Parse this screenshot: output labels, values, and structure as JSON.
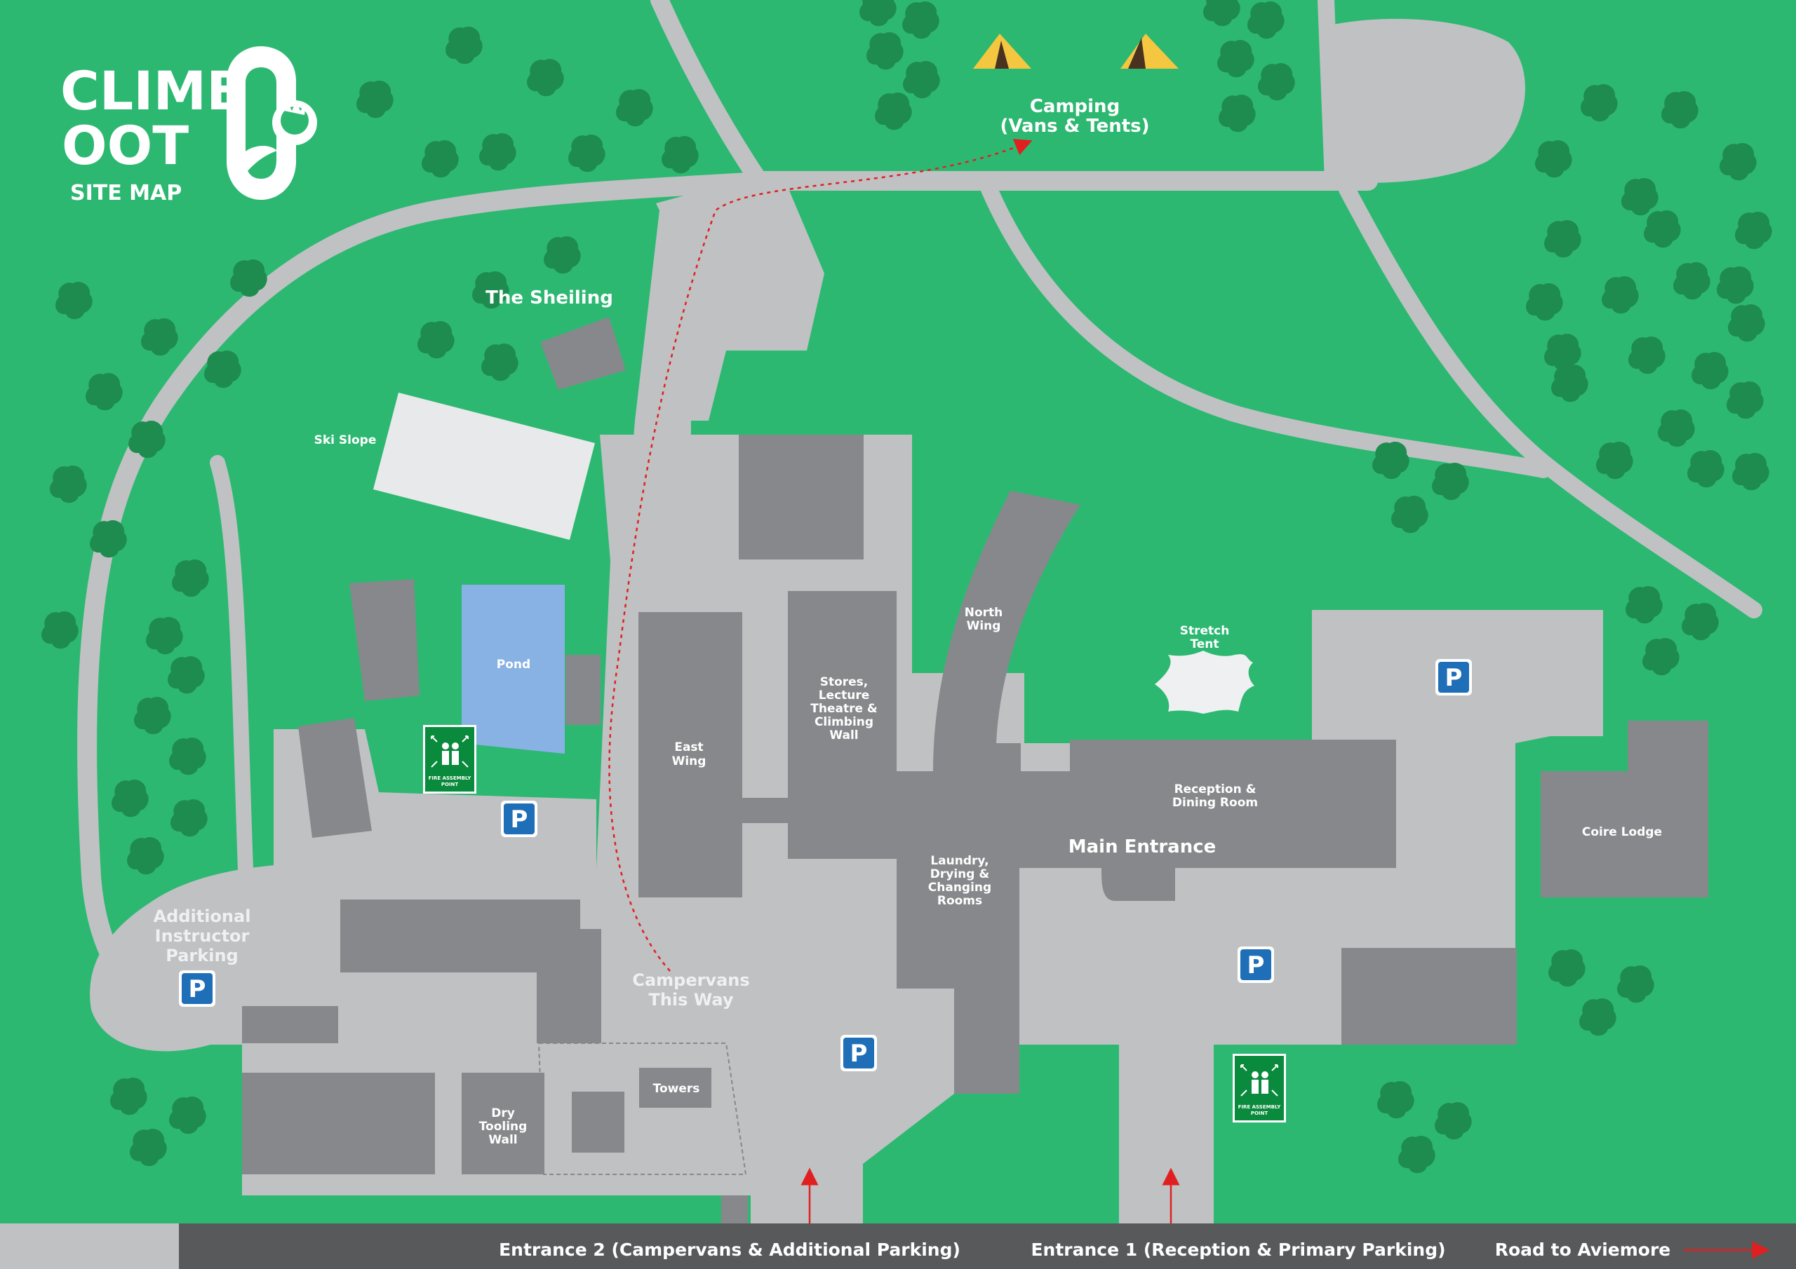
{
  "logo": {
    "line1": "CLIMB",
    "line2": "OOT",
    "subtitle": "SITE MAP"
  },
  "labels": {
    "camping_1": "Camping",
    "camping_2": "(Vans & Tents)",
    "sheiling": "The Sheiling",
    "ski_slope": "Ski Slope",
    "pond": "Pond",
    "east_wing_1": "East",
    "east_wing_2": "Wing",
    "stores_1": "Stores,",
    "stores_2": "Lecture",
    "stores_3": "Theatre &",
    "stores_4": "Climbing",
    "stores_5": "Wall",
    "north_wing_1": "North",
    "north_wing_2": "Wing",
    "stretch_tent_1": "Stretch",
    "stretch_tent_2": "Tent",
    "reception_1": "Reception &",
    "reception_2": "Dining Room",
    "main_entrance": "Main Entrance",
    "coire_lodge": "Coire Lodge",
    "laundry_1": "Laundry,",
    "laundry_2": "Drying &",
    "laundry_3": "Changing",
    "laundry_4": "Rooms",
    "additional_1": "Additional",
    "additional_2": "Instructor",
    "additional_3": "Parking",
    "campervans_1": "Campervans",
    "campervans_2": "This Way",
    "towers": "Towers",
    "dry_tool_1": "Dry",
    "dry_tool_2": "Tooling",
    "dry_tool_3": "Wall"
  },
  "parking_symbol": "P",
  "fire_assembly": {
    "line1": "FIRE ASSEMBLY",
    "line2": "POINT"
  },
  "footer": {
    "entrance_2": "Entrance 2 (Campervans & Additional Parking)",
    "entrance_1": "Entrance 1 (Reception & Primary Parking)",
    "road": "Road to Aviemore"
  },
  "icons": [
    "tent-icon",
    "tree-icon",
    "parking-icon",
    "fire-assembly-point-icon",
    "direction-arrow-icon",
    "thistle-carabiner-icon",
    "stretch-tent-icon"
  ],
  "colors": {
    "grass": "#2db872",
    "road": "#c0c1c3",
    "building": "#87888b",
    "tree": "#1e8c4f",
    "pond": "#87b2e3",
    "parking": "#1f6fb8",
    "fire_point": "#0a8a3c",
    "footer_bar": "#58595b",
    "route": "#e02020",
    "tent": "#f5c741"
  }
}
